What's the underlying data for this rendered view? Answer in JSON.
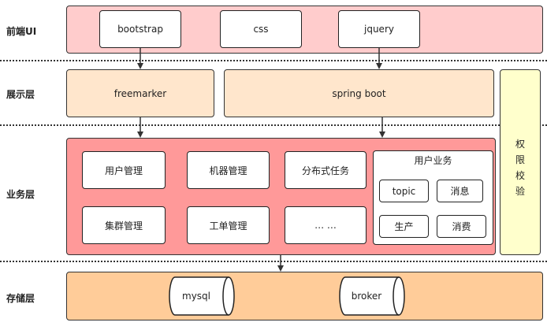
{
  "lanes": {
    "frontend": "前端UI",
    "presentation": "展示层",
    "business": "业务层",
    "storage": "存储层"
  },
  "frontend_items": [
    "bootstrap",
    "css",
    "jquery"
  ],
  "presentation_items": [
    "freemarker",
    "spring boot"
  ],
  "business_items": [
    "用户管理",
    "机器管理",
    "分布式任务",
    "集群管理",
    "工单管理",
    "… …"
  ],
  "user_business": {
    "title": "用户业务",
    "items": [
      "topic",
      "消息",
      "生产",
      "消费"
    ]
  },
  "auth": {
    "chars": [
      "权",
      "限",
      "校",
      "验"
    ]
  },
  "storage_items": [
    "mysql",
    "broker"
  ],
  "colors": {
    "frontend_fill": "#ffcccc",
    "presentation_fill": "#ffe6cc",
    "business_fill": "#ff9999",
    "storage_fill": "#ffcc99",
    "auth_fill": "#ffffcc"
  }
}
